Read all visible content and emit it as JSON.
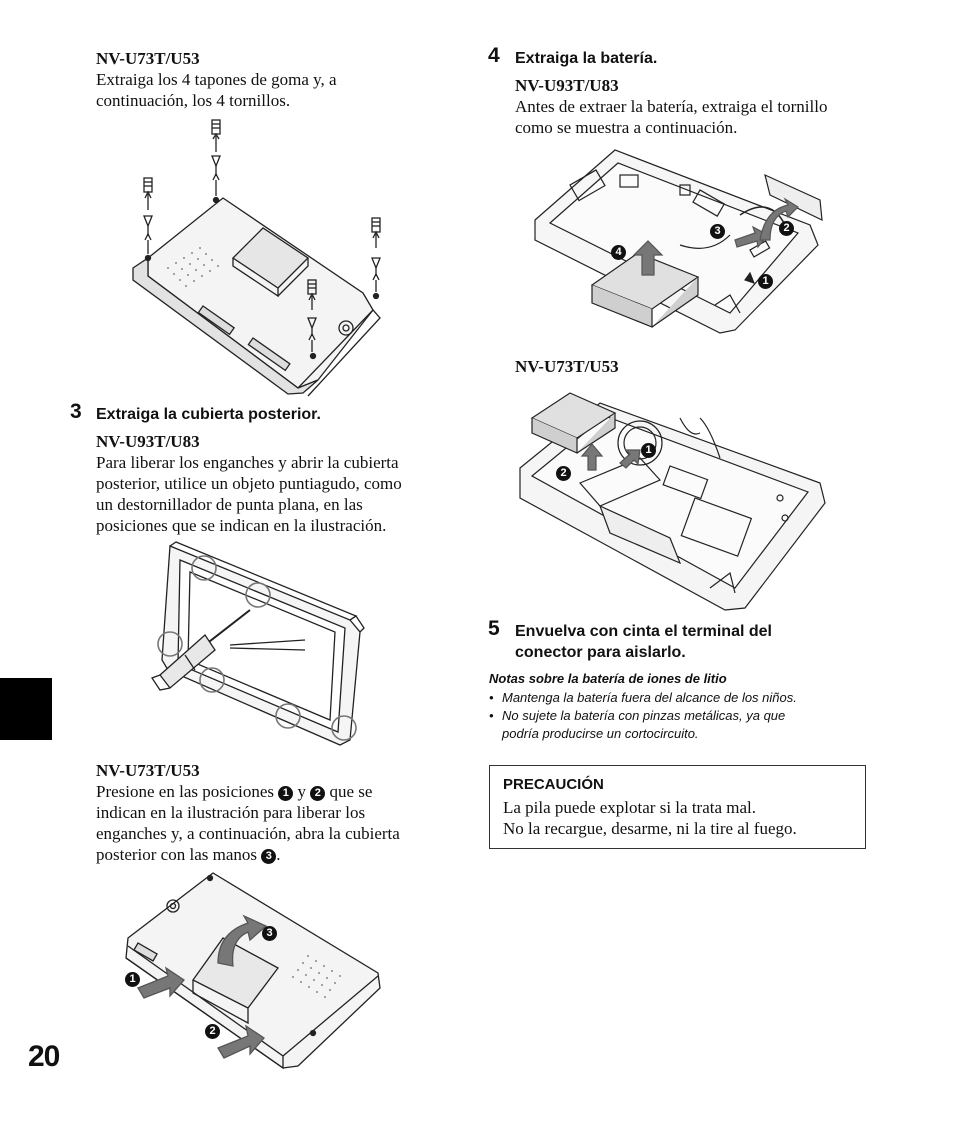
{
  "left": {
    "u73_title": "NV-U73T/U53",
    "u73_text_1": "Extraiga los 4 tapones de goma y, a",
    "u73_text_2": "continuación, los 4 tornillos.",
    "step3_num": "3",
    "step3_title": "Extraiga la cubierta posterior.",
    "step3_u93_title": "NV-U93T/U83",
    "step3_u93_text": [
      "Para liberar los enganches y abrir la cubierta",
      "posterior, utilice un objeto puntiagudo, como",
      "un destornillador de punta plana, en las",
      "posiciones que se indican en la ilustración."
    ],
    "step3_u73_title": "NV-U73T/U53",
    "step3_u73_text": {
      "part1": "Presione en las posiciones",
      "n1": "1",
      "y": "y",
      "n2": "2",
      "part2": "que se",
      "line2": "indican en la ilustración para liberar los",
      "line3": "enganches y, a continuación, abra la cubierta",
      "line4a": "posterior con las manos",
      "n3": "3",
      "line4b": "."
    },
    "fig_labels": {
      "a": "1",
      "b": "2",
      "c": "3"
    }
  },
  "right": {
    "step4_num": "4",
    "step4_title": "Extraiga la batería.",
    "u93_title": "NV-U93T/U83",
    "u93_text": [
      "Antes de extraer la batería, extraiga el tornillo",
      "como se muestra a continuación."
    ],
    "fig_u93_labels": {
      "a": "1",
      "b": "2",
      "c": "3",
      "d": "4"
    },
    "u73_title": "NV-U73T/U53",
    "fig_u73_labels": {
      "a": "1",
      "b": "2"
    },
    "step5_num": "5",
    "step5_title": [
      "Envuelva con cinta el terminal del",
      "conector para aislarlo."
    ],
    "notes_title": "Notas sobre la batería de iones de litio",
    "notes": [
      "Mantenga la batería fuera del alcance de los niños.",
      "No sujete la batería con pinzas metálicas, ya que"
    ],
    "notes_cont": "podría producirse un cortocircuito.",
    "bullet": "•",
    "caution_title": "PRECAUCIÓN",
    "caution_text": [
      "La pila puede explotar si la trata mal.",
      "No la recargue, desarme, ni la tire al fuego."
    ]
  },
  "page_number": "20",
  "colors": {
    "tab": "#000000",
    "line": "#222222",
    "fill_light": "#f2f2f2",
    "fill_mid": "#d9d9d9",
    "arrow": "#6e6e6e"
  }
}
